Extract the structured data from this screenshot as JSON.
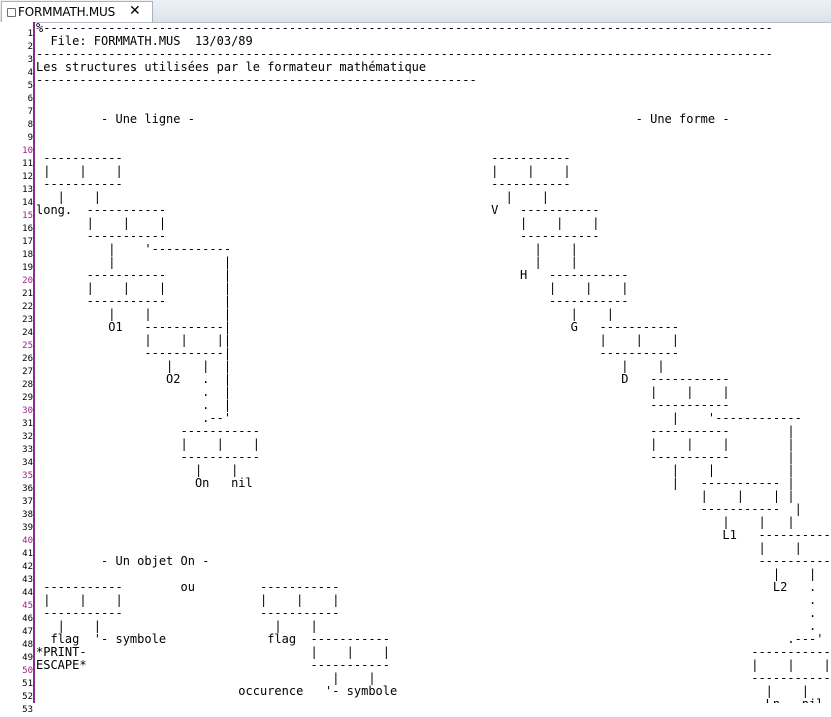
{
  "tab": {
    "label": "FORMMATH.MUS",
    "close": "✕"
  },
  "gutter": {
    "modified_lines": [
      10,
      15,
      20,
      25,
      30,
      35,
      40,
      45,
      50
    ]
  },
  "lines": [
    "%-----------------------------------------------------------------------------------------------------",
    "  File: FORMMATH.MUS  13/03/89",
    "------------------------------------------------------------------------------------------------------",
    "Les structures utilisées par le formateur mathématique",
    "-------------------------------------------------------------",
    "",
    "",
    "         - Une ligne -                                                             - Une forme -",
    "",
    "",
    " -----------                                                   ----------- ",
    " |    |    |                                                   |    |    | ",
    " -----------                                                   ----------- ",
    "   |    |                                                        |    |",
    "long.  -----------                                             V   ----------- ",
    "       |    |    |                                                 |    |    | ",
    "       -----------                                                 -----------",
    "          |    '-----------                                          |    |",
    "          |               |                                          |    |",
    "       -----------        |                                        H   ----------- ",
    "       |    |    |        |                                            |    |    | ",
    "       -----------        |                                            -----------",
    "          |    |          |                                               |    |",
    "          O1   -----------|                                               G   ----------- ",
    "               |    |    ||                                                   |    |    | ",
    "               -----------|                                                   -----------",
    "                  |    |  |                                                      |    |",
    "                  O2   .  |                                                      D   ----------- ",
    "                       .  |                                                          |    |    | ",
    "                       .  |                                                          -----------",
    "                       .--'                                                             |    '------------",
    "                    -----------                                                      -----------        |",
    "                    |    |    |                                                      |    |    |        |",
    "                    -----------                                                      -----------        |",
    "                      |    |                                                            |    |          |",
    "                      On   nil                                                          |   ----------- |",
    "                                                                                            |    |    | |",
    "                                                                                            -----------  |",
    "                                                                                               |    |   |",
    "                                                                                               L1   ----------- |",
    "                                                                                                    |    |    ||",
    "         - Un objet On -                                                                            -----------|",
    "                                                                                                      |    |   |",
    " -----------        ou         -----------                                                            L2   .   |",
    " |    |    |                   |    |    |                                                                 .   |",
    " -----------                   -----------                                                                 .   |",
    "   |    |                        |    |                                                                    .   |",
    "  flag  '- symbole              flag  -----------                                                       .---'",
    "*PRINT-                               |    |    |                                                  -----------",
    "ESCAPE*                               -----------                                                  |    |    |",
    "                                         |    |                                                    -----------",
    "                            occurence   '- symbole                                                   |    |",
    "                                                                                                     Ln   nil"
  ]
}
